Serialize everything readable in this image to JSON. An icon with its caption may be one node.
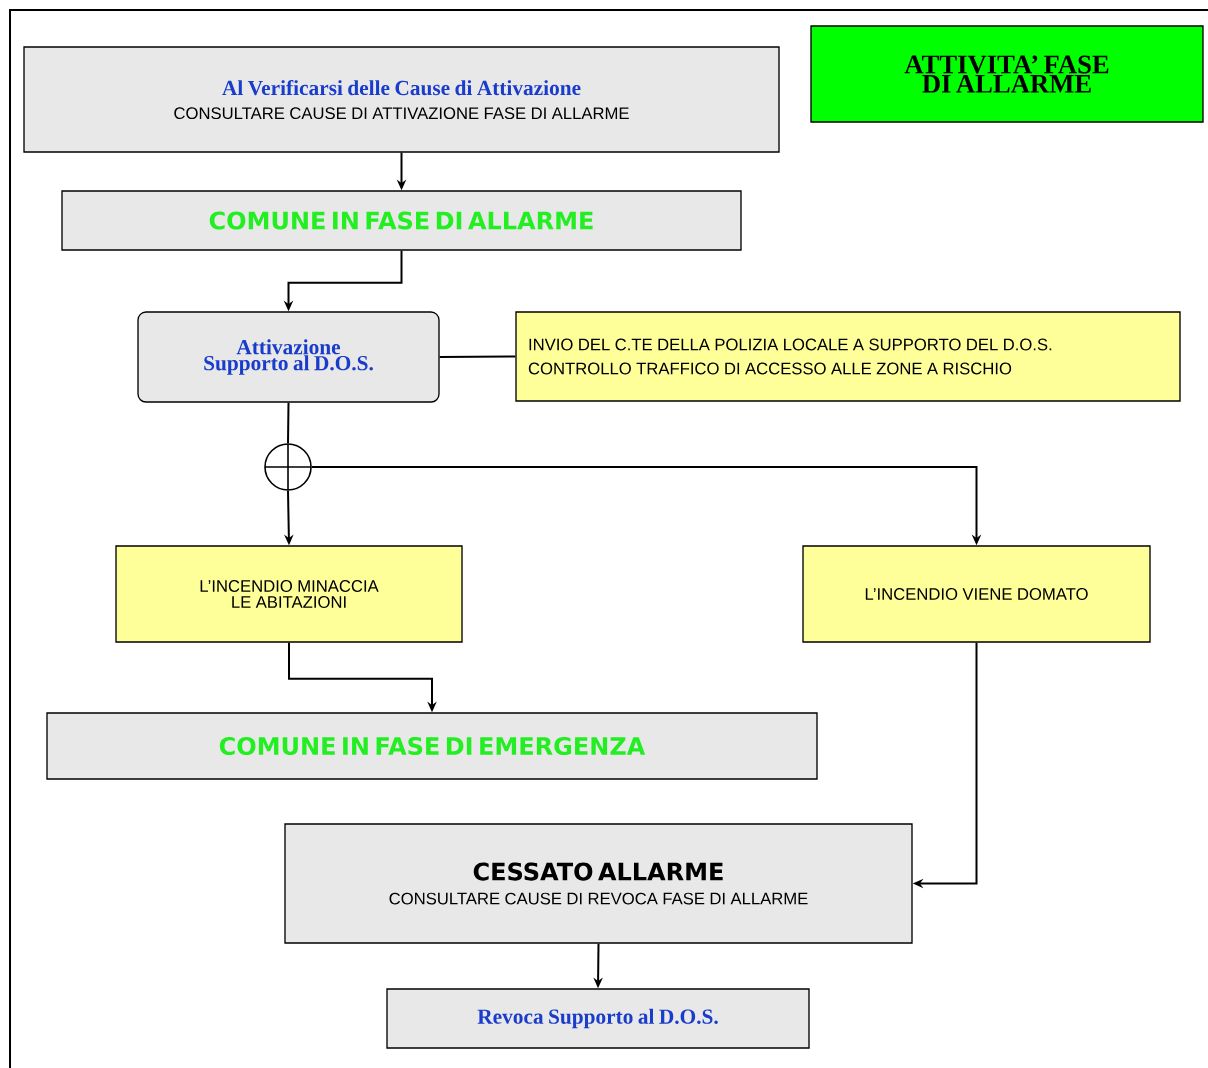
{
  "diagram": {
    "nodes": [
      {
        "text": [
          "ATTIVITA’ FASE DI ALLARME"
        ]
      },
      {
        "text": [
          "Al Verificarsi delle Cause di Attivazione",
          "CONSULTARE CAUSE DI ATTIVAZIONE FASE DI ALLARME"
        ]
      },
      {
        "text": [
          "COMUNE IN FASE DI ALLARME"
        ]
      },
      {
        "text": [
          "Attivazione Supporto al D.O.S."
        ]
      },
      {
        "text": [
          "INVIO DEL C.TE DELLA POLIZIA LOCALE A SUPPORTO DEL D.O.S.",
          "CONTROLLO TRAFFICO DI ACCESSO ALLE ZONE A RISCHIO"
        ]
      },
      {
        "text": [],
        "shape": "circle"
      },
      {
        "text": [
          "L’INCENDIO MINACCIA LE ABITAZIONI"
        ]
      },
      {
        "text": [
          "L’INCENDIO VIENE DOMATO"
        ]
      },
      {
        "text": [
          "COMUNE IN FASE DI EMERGENZA"
        ]
      },
      {
        "text": [
          "CESSATO ALLARME",
          "CONSULTARE CAUSE DI REVOCA FASE DI ALLARME"
        ]
      },
      {
        "text": [
          "Revoca Supporto al D.O.S."
        ]
      }
    ],
    "edges": [
      {
        "from": 1,
        "to": 2,
        "arrow": "to"
      },
      {
        "from": 2,
        "to": 3,
        "arrow": "to"
      },
      {
        "from": 3,
        "to": 4,
        "arrow": "none"
      },
      {
        "from": 3,
        "to": 5,
        "arrow": "none"
      },
      {
        "from": 5,
        "to": 6,
        "arrow": "to"
      },
      {
        "from": 5,
        "to": 7,
        "arrow": "to"
      },
      {
        "from": 6,
        "to": 8,
        "arrow": "to"
      },
      {
        "from": 7,
        "to": 9,
        "arrow": "to"
      },
      {
        "from": 9,
        "to": 10,
        "arrow": "to"
      }
    ]
  }
}
